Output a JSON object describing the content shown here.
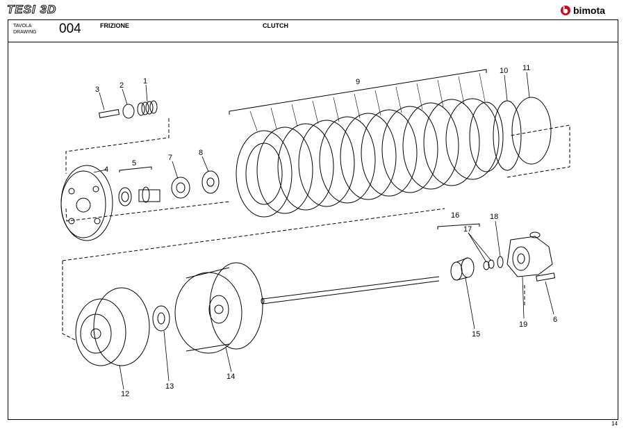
{
  "header": {
    "brand_left": "TESI 3D",
    "brand_right": "bimota",
    "drawing_label_line1": "TAVOLA",
    "drawing_label_line2": "DRAWING",
    "drawing_number": "004",
    "title_it": "FRIZIONE",
    "title_en": "CLUTCH"
  },
  "page_number": "14",
  "diagram": {
    "callouts": [
      "1",
      "2",
      "3",
      "4",
      "5",
      "6",
      "7",
      "8",
      "9",
      "10",
      "11",
      "12",
      "13",
      "14",
      "15",
      "16",
      "17",
      "18",
      "19"
    ]
  },
  "colors": {
    "line": "#000000",
    "background": "#ffffff",
    "logo_red": "#d0021b"
  }
}
